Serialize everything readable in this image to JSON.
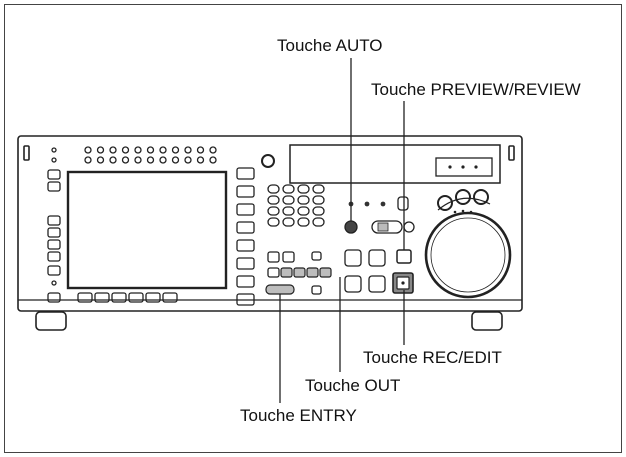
{
  "diagram": {
    "labels": {
      "auto": "Touche AUTO",
      "preview_review": "Touche PREVIEW/REVIEW",
      "rec_edit": "Touche REC/EDIT",
      "out": "Touche OUT",
      "entry": "Touche ENTRY"
    }
  },
  "colors": {
    "outline": "#222222",
    "panel": "#ffffff",
    "highlight": "#8a8a8a",
    "screen_fill": "#ffffff"
  }
}
